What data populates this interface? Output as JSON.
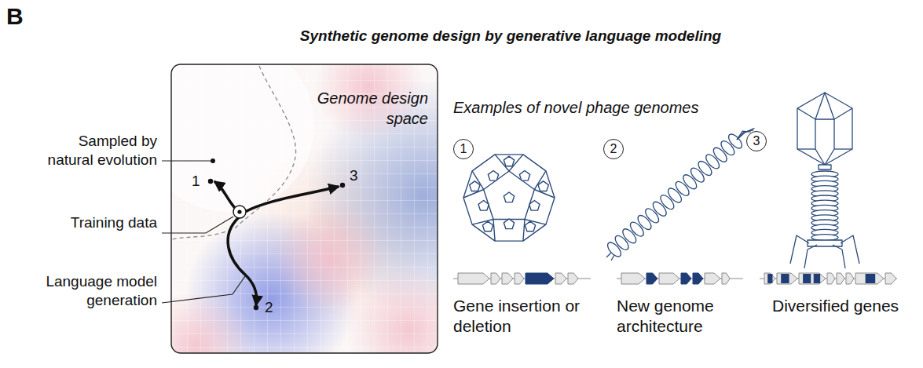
{
  "diagram": {
    "title": "Synthetic genome design by generative language modeling",
    "nodes": [
      {
        "text": [
          "Genome design space"
        ]
      },
      {
        "text": [
          "1"
        ]
      },
      {
        "text": [
          "2"
        ]
      },
      {
        "text": [
          "3"
        ]
      }
    ],
    "labels": [
      "B",
      "Sampled by natural evolution",
      "Training data",
      "Language model generation",
      "1",
      "2",
      "3",
      "Examples of novel phage genomes",
      "Gene insertion or deletion",
      "New genome architecture",
      "Diversified genes"
    ]
  }
}
